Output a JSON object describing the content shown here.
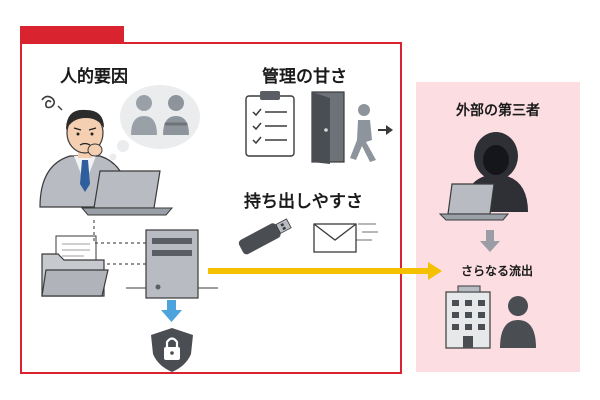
{
  "labels": {
    "human": "人的要因",
    "management": "管理の甘さ",
    "portability": "持ち出しやすさ",
    "third_party": "外部の第三者",
    "further_leak": "さらなる流出"
  },
  "colors": {
    "accent_red": "#d9232e",
    "arrow_yellow": "#f5c000",
    "arrow_blue": "#4da3dc",
    "right_panel": "#fbdde2",
    "icon_gray": "#b8bcc2",
    "icon_dark": "#4a4d52"
  },
  "icons": [
    "dizzy-icon",
    "worried-man-icon",
    "thought-bubble-icon",
    "laptop-icon",
    "folder-icon",
    "server-icon",
    "shield-lock-icon",
    "clipboard-checklist-icon",
    "door-exit-icon",
    "usb-drive-icon",
    "envelope-icon",
    "hacker-icon",
    "building-icon",
    "person-icon"
  ]
}
